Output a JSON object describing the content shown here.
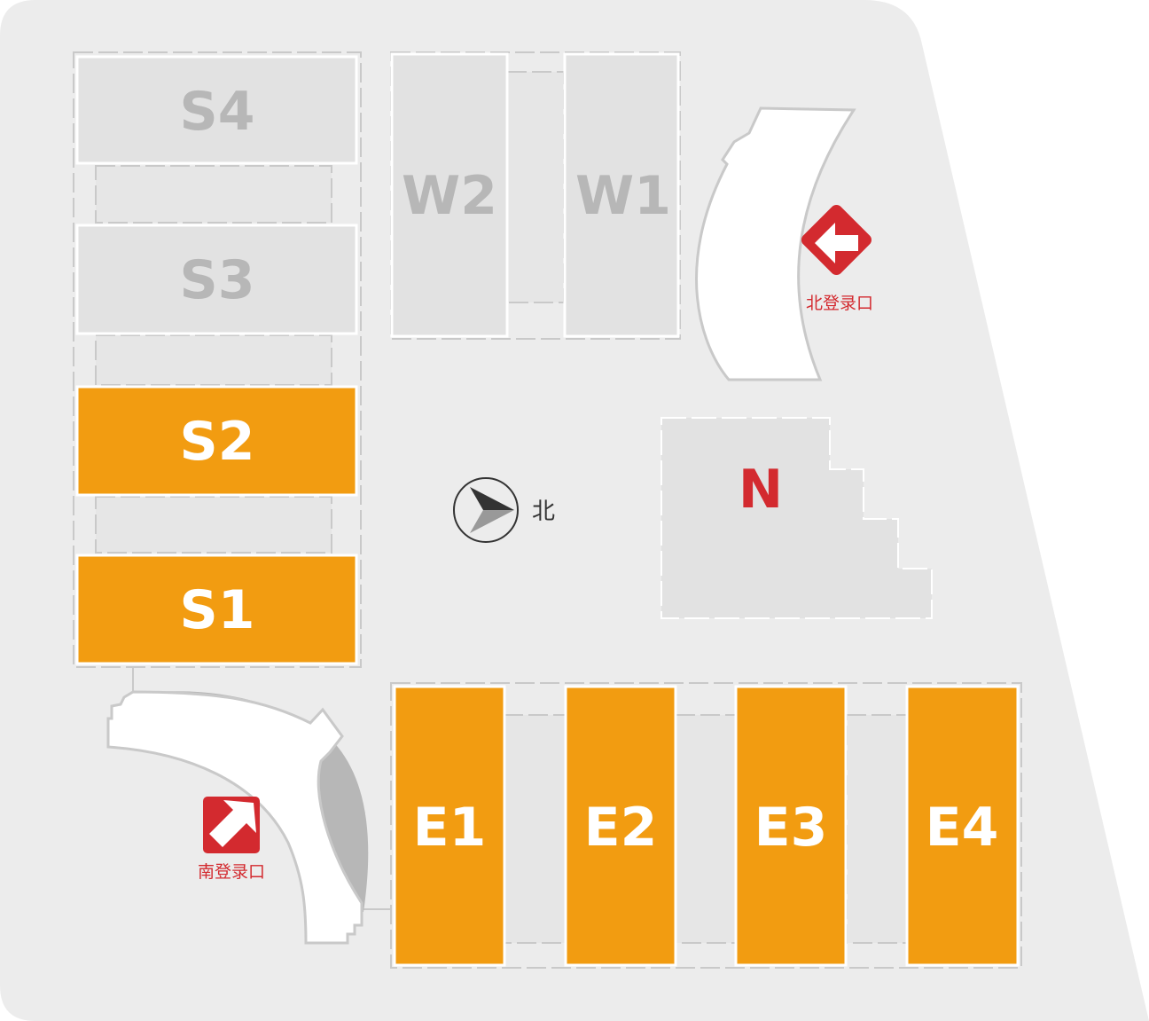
{
  "colors": {
    "background": "#ececec",
    "hall_active": "#f29c11",
    "hall_inactive": "#e2e2e2",
    "hall_inactive_text": "#b7b7b7",
    "hall_active_text": "#ffffff",
    "accent_red": "#d32a2f",
    "corridor_line": "#c9c9c9",
    "building_white": "#ffffff",
    "building_shadow": "#b7b7b7"
  },
  "halls": {
    "s4": {
      "label": "S4",
      "status": "inactive"
    },
    "s3": {
      "label": "S3",
      "status": "inactive"
    },
    "s2": {
      "label": "S2",
      "status": "active"
    },
    "s1": {
      "label": "S1",
      "status": "active"
    },
    "w2": {
      "label": "W2",
      "status": "inactive"
    },
    "w1": {
      "label": "W1",
      "status": "inactive"
    },
    "n": {
      "label": "N",
      "status": "highlight"
    },
    "e1": {
      "label": "E1",
      "status": "active"
    },
    "e2": {
      "label": "E2",
      "status": "active"
    },
    "e3": {
      "label": "E3",
      "status": "active"
    },
    "e4": {
      "label": "E4",
      "status": "active"
    }
  },
  "entrances": {
    "north": {
      "label": "北登录口",
      "icon": "arrow-left-diamond-icon"
    },
    "south": {
      "label": "南登录口",
      "icon": "arrow-up-right-square-icon"
    }
  },
  "compass": {
    "label": "北",
    "icon": "compass-icon"
  }
}
